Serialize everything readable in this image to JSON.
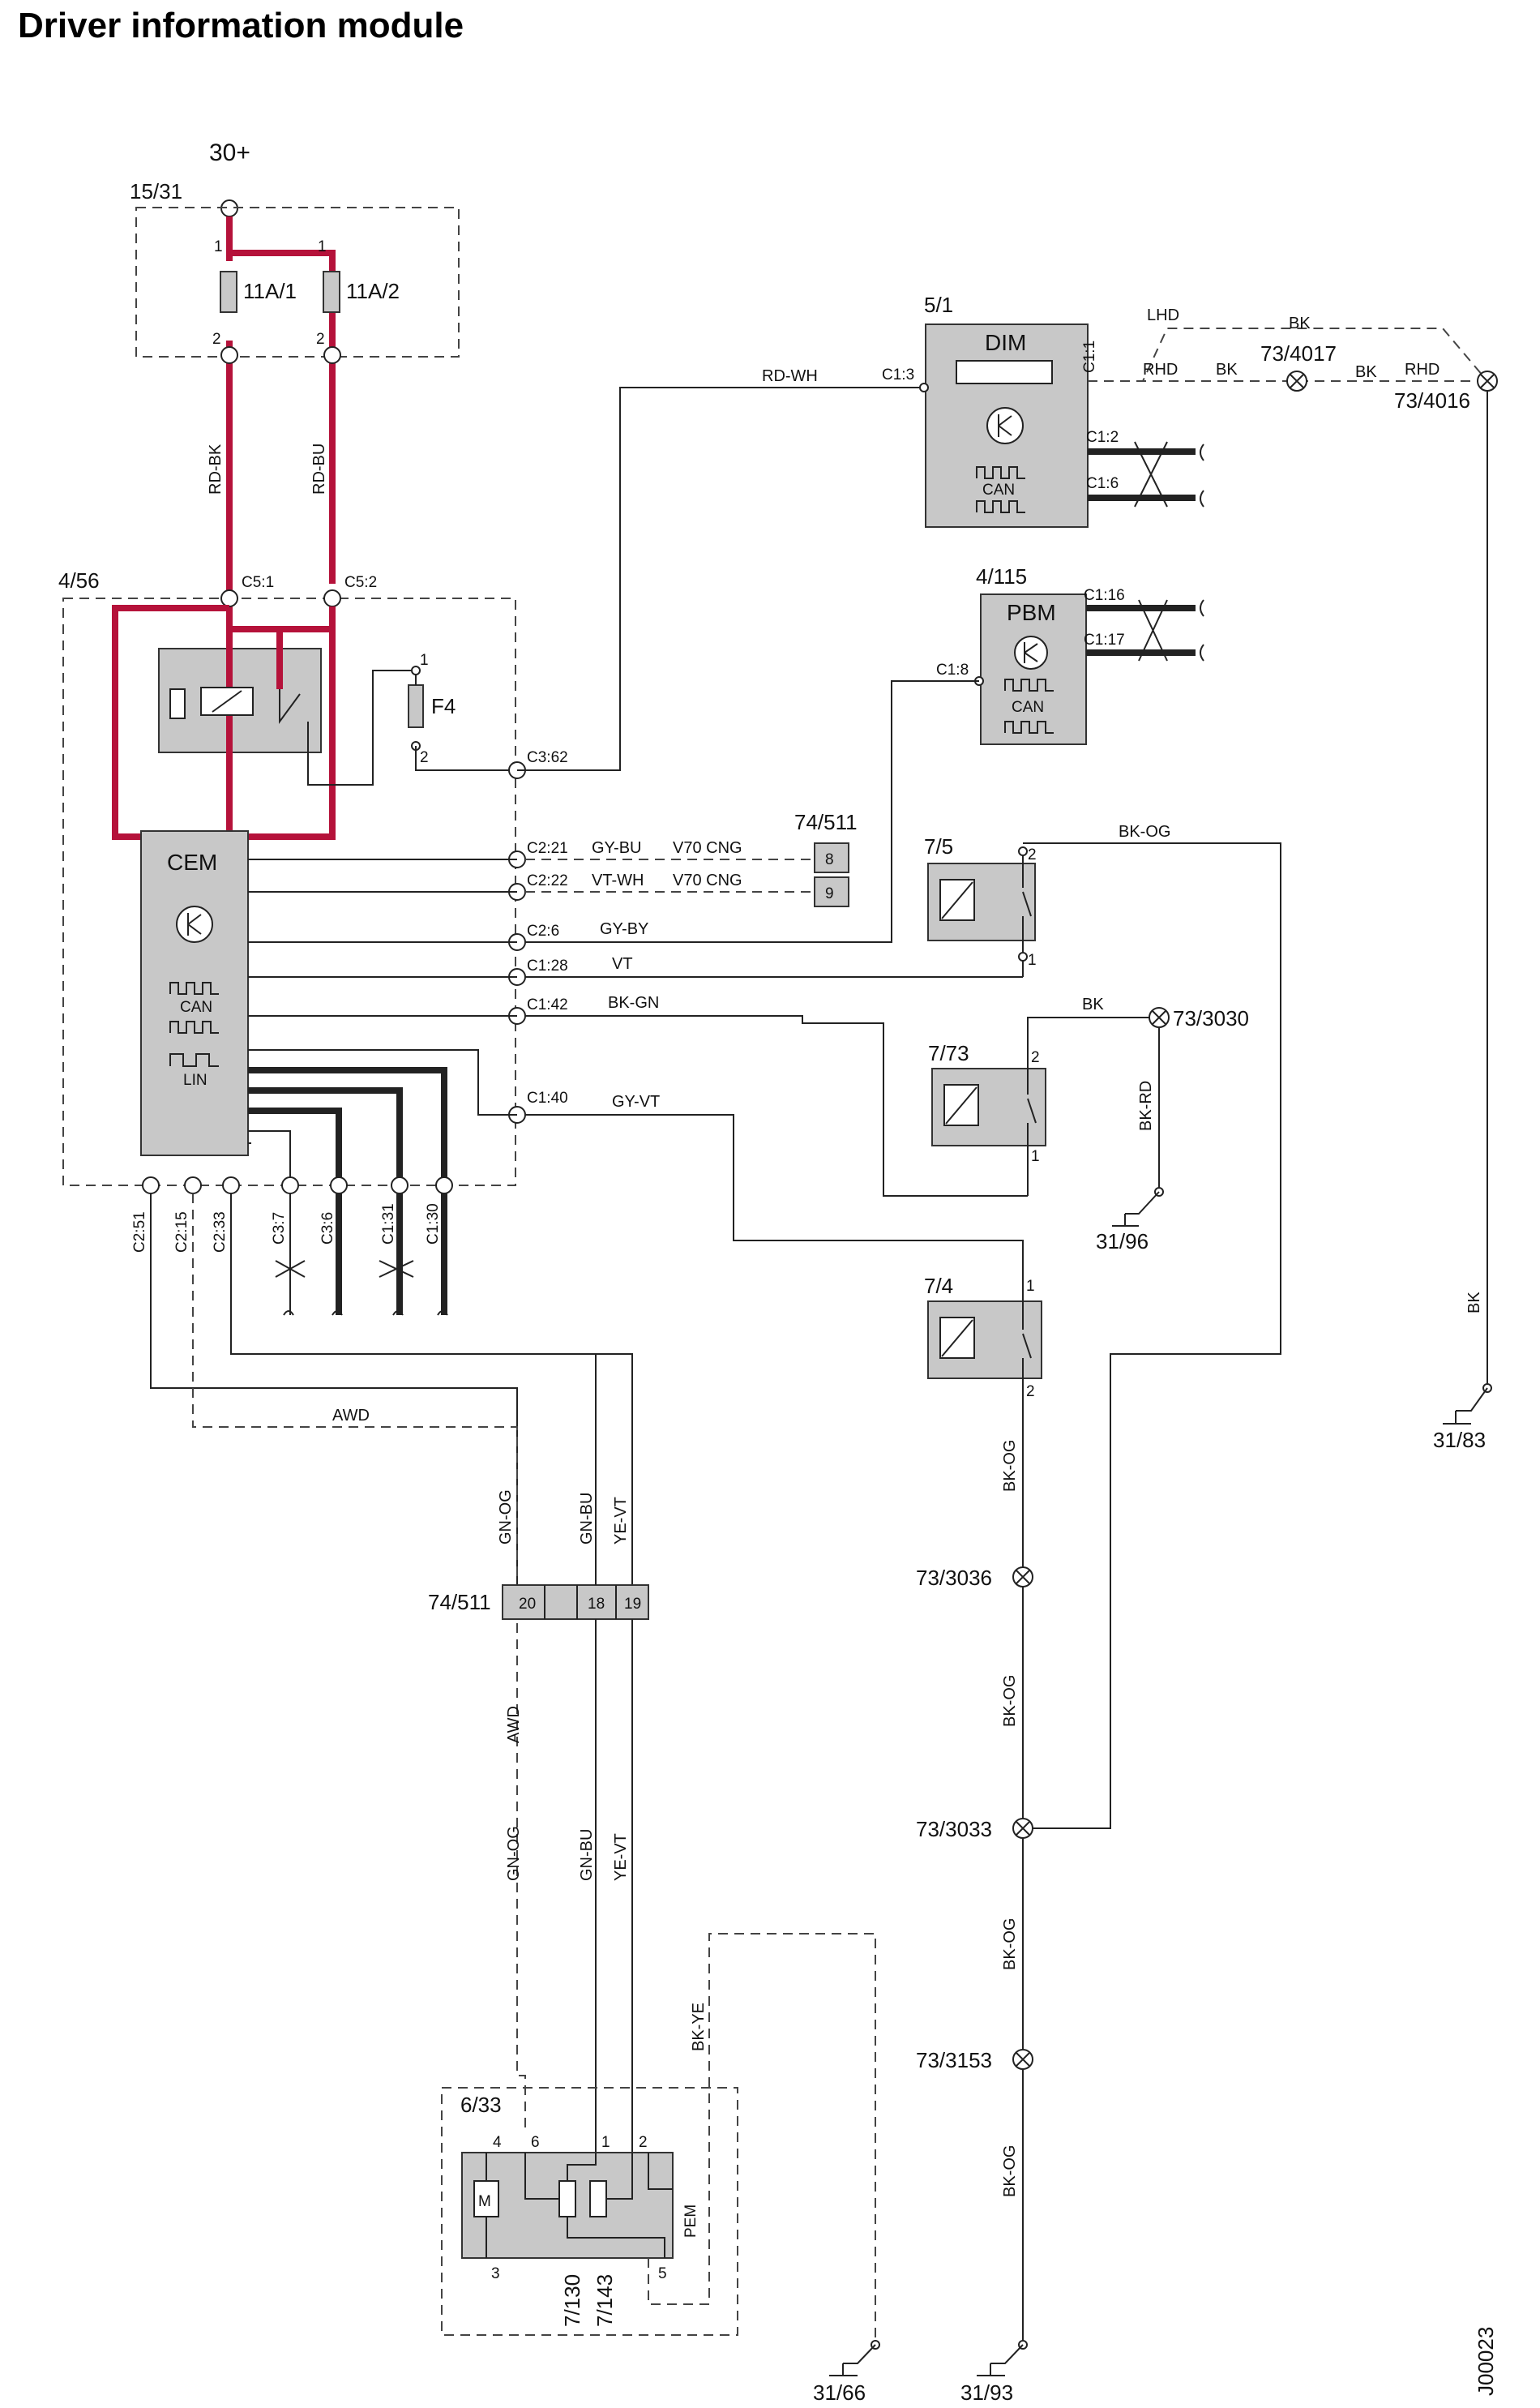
{
  "title": "Driver information module",
  "drawing_code": "J00023",
  "supply": "30+",
  "fusebox": {
    "id": "15/31",
    "fuse1": "11A/1",
    "fuse2": "11A/2",
    "pin_top": "1",
    "pin_bottom": "2"
  },
  "supply_wires": {
    "left": "RD-BK",
    "right": "RD-BU"
  },
  "cem_module": {
    "id": "4/56",
    "name": "CEM",
    "can": "CAN",
    "lin": "LIN",
    "fuse": "F4",
    "fuse_pin1": "1",
    "fuse_pin2": "2",
    "c5_1": "C5:1",
    "c5_2": "C5:2",
    "c3_62": "C3:62",
    "c2_21": "C2:21",
    "c2_22": "C2:22",
    "c2_6": "C2:6",
    "c1_28": "C1:28",
    "c1_42": "C1:42",
    "c1_40": "C1:40",
    "bottom_pins": [
      "C2:51",
      "C2:15",
      "C2:33",
      "C3:7",
      "C3:6",
      "C1:31",
      "C1:30"
    ]
  },
  "wires": {
    "rd_wh": "RD-WH",
    "gy_bu": "GY-BU",
    "vt_wh": "VT-WH",
    "v70_cng": "V70 CNG",
    "gy_by": "GY-BY",
    "vt": "VT",
    "bk_gn": "BK-GN",
    "gy_vt": "GY-VT",
    "bk_og": "BK-OG",
    "bk": "BK",
    "bk_rd": "BK-RD",
    "awd": "AWD",
    "gn_og": "GN-OG",
    "gn_bu": "GN-BU",
    "ye_vt": "YE-VT",
    "bk_ye": "BK-YE",
    "lhd": "LHD",
    "rhd": "RHD"
  },
  "connector_74_511_top": {
    "id": "74/511",
    "pins": [
      "8",
      "9"
    ]
  },
  "connector_74_511_mid": {
    "id": "74/511",
    "pins": [
      "20",
      "18",
      "19"
    ]
  },
  "dim": {
    "id": "5/1",
    "name": "DIM",
    "c1_3": "C1:3",
    "c1_1": "C1:1",
    "c1_2": "C1:2",
    "c1_6": "C1:6",
    "can": "CAN"
  },
  "pbm": {
    "id": "4/115",
    "name": "PBM",
    "c1_8": "C1:8",
    "c1_16": "C1:16",
    "c1_17": "C1:17",
    "can": "CAN"
  },
  "switches": {
    "s7_5": {
      "id": "7/5",
      "pin_a": "2",
      "pin_b": "1"
    },
    "s7_73": {
      "id": "7/73",
      "pin_a": "2",
      "pin_b": "1"
    },
    "s7_4": {
      "id": "7/4",
      "pin_a": "1",
      "pin_b": "2"
    }
  },
  "splices": [
    "73/4017",
    "73/4016",
    "73/3030",
    "73/3036",
    "73/3033",
    "73/3153"
  ],
  "grounds": [
    "31/96",
    "31/83",
    "31/93",
    "31/66"
  ],
  "pem": {
    "id": "6/33",
    "name": "PEM",
    "sensor1": "7/130",
    "sensor2": "7/143",
    "motor": "M",
    "pins": [
      "4",
      "6",
      "1",
      "2",
      "3",
      "5"
    ]
  },
  "colors": {
    "supply_wire": "#b5123a",
    "component_fill": "#c8c8c8"
  }
}
